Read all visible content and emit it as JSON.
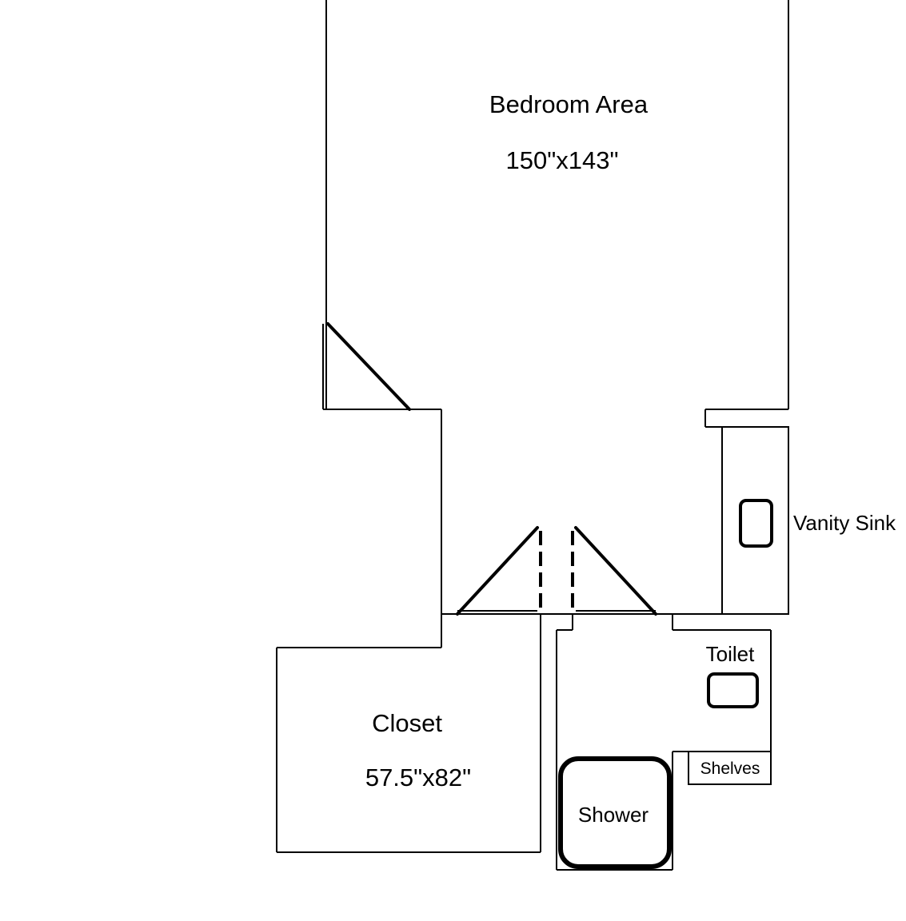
{
  "rooms": {
    "bedroom": {
      "name": "Bedroom Area",
      "dimensions": "150\"x143\""
    },
    "closet": {
      "name": "Closet",
      "dimensions": "57.5\"x82\""
    }
  },
  "fixtures": {
    "vanity_sink": "Vanity Sink",
    "toilet": "Toilet",
    "shelves": "Shelves",
    "shower": "Shower"
  }
}
